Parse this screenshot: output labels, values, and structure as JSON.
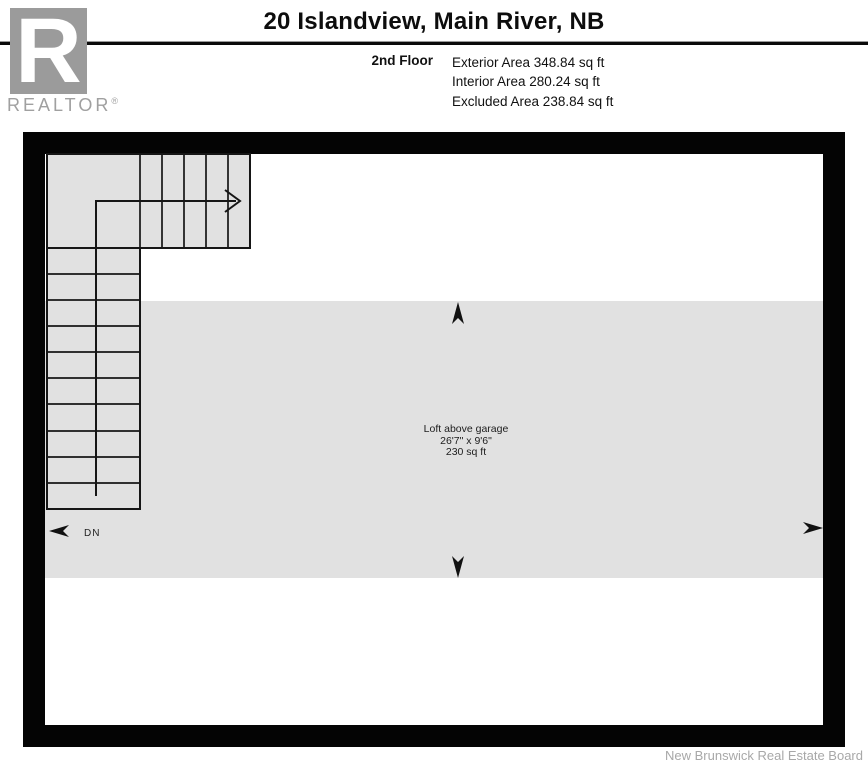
{
  "logo": {
    "letter": "R",
    "wordmark": "REALTOR",
    "registered": "®"
  },
  "header": {
    "title": "20 Islandview, Main River, NB",
    "floor_label": "2nd Floor",
    "areas": {
      "exterior": "Exterior Area 348.84 sq ft",
      "interior": "Interior Area 280.24 sq ft",
      "excluded": "Excluded Area 238.84 sq ft"
    }
  },
  "plan": {
    "loft": {
      "name": "Loft above garage",
      "dimensions": "26'7\" x 9'6\"",
      "area": "230 sq ft"
    },
    "stairs_label": "DN"
  },
  "footer": {
    "credit": "New Brunswick Real Estate Board"
  },
  "colors": {
    "wall": "#040404",
    "room_fill": "#e1e1e1",
    "logo_gray": "#9b9b9b",
    "footer_gray": "#a8a8a8"
  }
}
